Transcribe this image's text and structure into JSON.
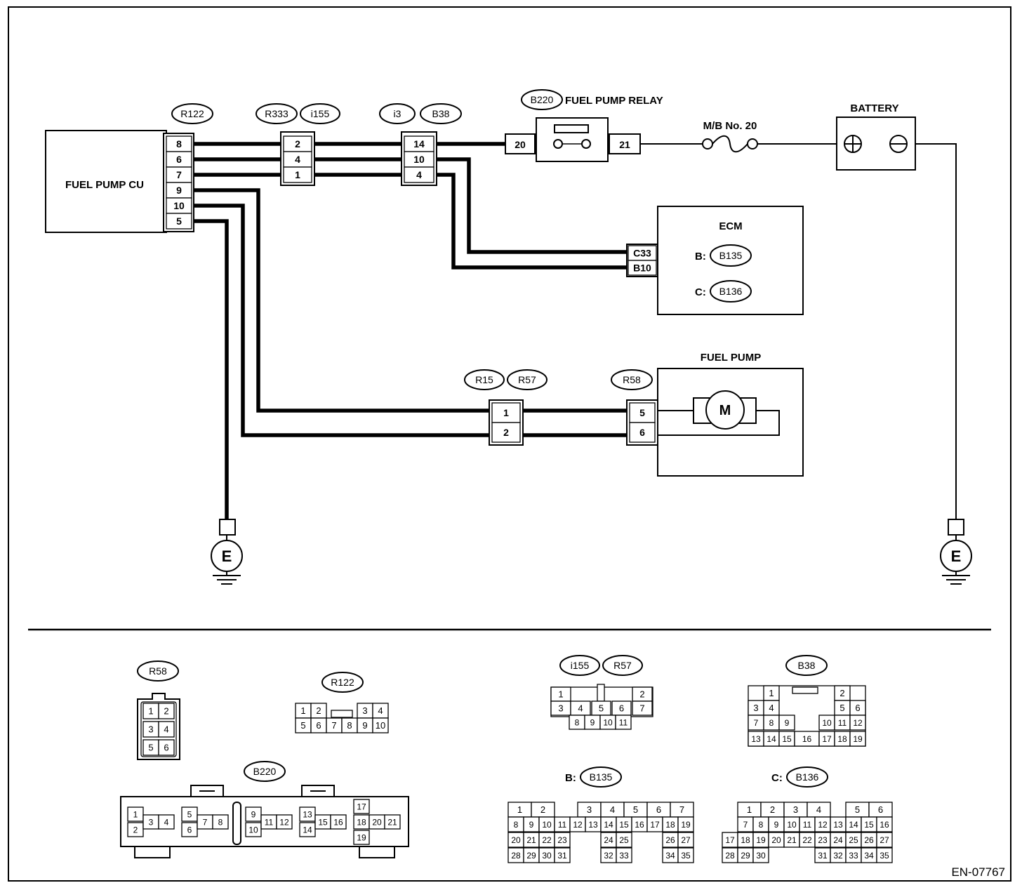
{
  "labels": {
    "fuel_pump_cu": "FUEL PUMP CU",
    "fuel_pump_relay": "FUEL PUMP RELAY",
    "battery": "BATTERY",
    "mb_fuse": "M/B No. 20",
    "ecm": "ECM",
    "fuel_pump": "FUEL PUMP",
    "motor": "M",
    "ground": "E",
    "ecm_b_prefix": "B:",
    "ecm_c_prefix": "C:",
    "doc_code": "EN-07767",
    "battery_plus_icon": "plus-terminal-icon",
    "battery_minus_icon": "minus-terminal-icon",
    "ground_icon": "ground-icon",
    "fuse_icon": "fuse-icon"
  },
  "connectors": {
    "r122": "R122",
    "r333": "R333",
    "i155": "i155",
    "i3": "i3",
    "b38": "B38",
    "b220": "B220",
    "b135": "B135",
    "b136": "B136",
    "r15": "R15",
    "r57": "R57",
    "r58": "R58"
  },
  "pins": {
    "cu": [
      "8",
      "6",
      "7",
      "9",
      "10",
      "5"
    ],
    "r333": [
      "2",
      "4",
      "1"
    ],
    "i3": [
      "14",
      "10",
      "4"
    ],
    "relay_in": "20",
    "relay_out": "21",
    "ecm": [
      "C33",
      "B10"
    ],
    "r15": [
      "1",
      "2"
    ],
    "r58": [
      "5",
      "6"
    ]
  },
  "faces": {
    "r58": [
      [
        "1",
        "2"
      ],
      [
        "3",
        "4"
      ],
      [
        "5",
        "6"
      ]
    ],
    "r122": [
      [
        "1",
        "2",
        "3",
        "4"
      ],
      [
        "5",
        "6",
        "7",
        "8",
        "9",
        "10"
      ]
    ],
    "i155": [
      [
        "1",
        "2"
      ],
      [
        "3",
        "4",
        "5",
        "6",
        "7"
      ],
      [
        "8",
        "9",
        "10",
        "11"
      ]
    ],
    "b38": [
      [
        "1",
        "2"
      ],
      [
        "3",
        "4",
        "5",
        "6"
      ],
      [
        "7",
        "8",
        "9",
        "10",
        "11",
        "12"
      ],
      [
        "13",
        "14",
        "15",
        "16",
        "17",
        "18",
        "19"
      ]
    ],
    "b220": [
      "1",
      "2",
      "3",
      "4",
      "5",
      "6",
      "7",
      "8",
      "9",
      "10",
      "11",
      "12",
      "13",
      "14",
      "15",
      "16",
      "17",
      "18",
      "19",
      "20",
      "21"
    ],
    "b135": [
      [
        "1",
        "2",
        "3",
        "4",
        "5",
        "6",
        "7"
      ],
      [
        "8",
        "9",
        "10",
        "11",
        "12",
        "13",
        "14",
        "15",
        "16",
        "17",
        "18",
        "19"
      ],
      [
        "20",
        "21",
        "22",
        "23",
        "24",
        "25",
        "26",
        "27"
      ],
      [
        "28",
        "29",
        "30",
        "31",
        "32",
        "33",
        "34",
        "35"
      ]
    ],
    "b136": [
      [
        "1",
        "2",
        "3",
        "4",
        "5",
        "6"
      ],
      [
        "7",
        "8",
        "9",
        "10",
        "11",
        "12",
        "13",
        "14",
        "15",
        "16"
      ],
      [
        "17",
        "18",
        "19",
        "20",
        "21",
        "22",
        "23",
        "24",
        "25",
        "26",
        "27"
      ],
      [
        "28",
        "29",
        "30",
        "31",
        "32",
        "33",
        "34",
        "35"
      ]
    ]
  }
}
